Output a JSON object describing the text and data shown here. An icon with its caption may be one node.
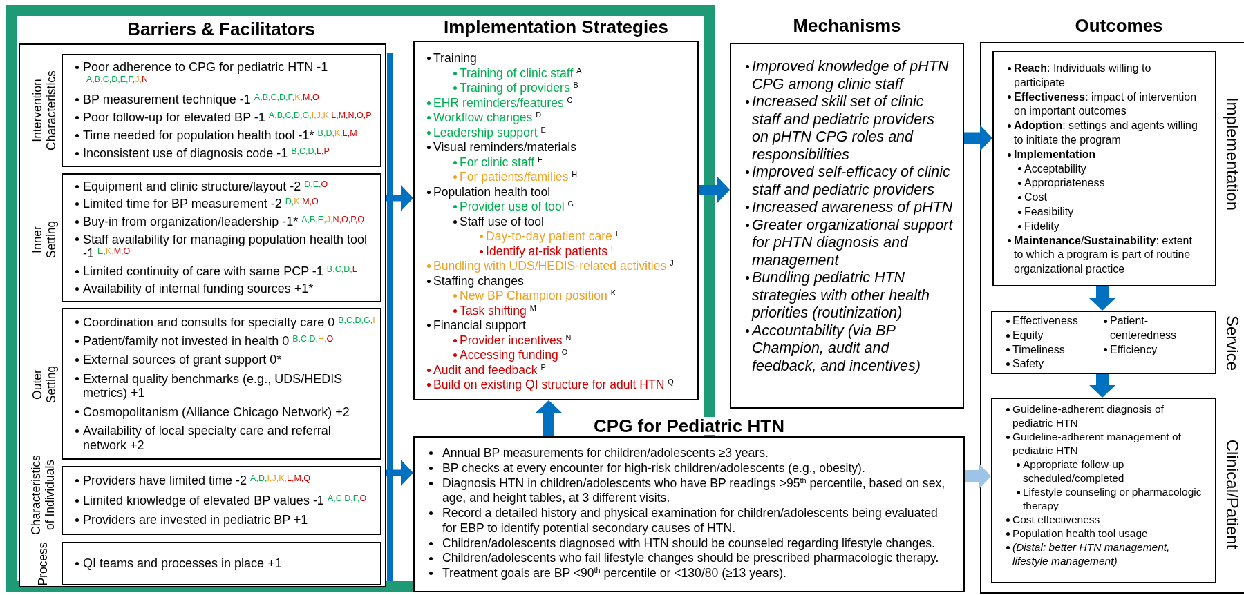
{
  "diagram": {
    "nodes": [
      {
        "text": [
          "Barriers & Facilitators"
        ]
      },
      {
        "text": [
          "Intervention Characteristics",
          "Poor adherence to CPG for pediatric HTN -1",
          "A,B,C,D,E,F,J,N",
          "BP measurement technique -1",
          "A,B,C,D,F,K,M,O",
          "Poor follow-up for elevated BP -1",
          "A,B,C,D,G,I,J,K,L,M,N,O,P",
          "Time needed for population health tool -1*",
          "B,D,K,L,M",
          "Inconsistent use of diagnosis code -1",
          "B,C,D,L,P"
        ],
        "in": 0
      },
      {
        "text": [
          "Inner Setting",
          "Equipment and clinic structure/layout -2",
          "D,E,O",
          "Limited time for BP measurement -2",
          "D,K,M,O",
          "Buy-in from organization/leadership -1*",
          "A,B,E,J,N,O,P,Q",
          "Staff availability for managing population health tool -1",
          "E,K,M,O",
          "Limited continuity of care with same PCP -1",
          "B,C,D,L",
          "Availability of internal funding sources +1*"
        ],
        "in": 0
      },
      {
        "text": [
          "Outer Setting",
          "Coordination and consults for specialty care 0",
          "B,C,D,G,I",
          "Patient/family not invested in health 0",
          "B,C,D,H,O",
          "External sources of grant support 0*",
          "External quality benchmarks (e.g., UDS/HEDIS metrics) +1",
          "Cosmopolitanism (Alliance Chicago Network) +2",
          "Availability of local specialty care and referral network +2"
        ],
        "in": 0
      },
      {
        "text": [
          "Characteristics of Individuals",
          "Providers have limited time -2",
          "A,D,I,J,K,L,M,Q",
          "Limited knowledge of elevated BP values -1",
          "A,C,D,F,O",
          "Providers are invested in pediatric BP +1"
        ],
        "in": 0
      },
      {
        "text": [
          "Process",
          "QI teams and processes in place +1"
        ],
        "in": 0
      },
      {
        "text": [
          "Implementation Strategies",
          "Training",
          "Training of clinic staff $^{A}$",
          "Training of providers $^{B}$",
          "EHR reminders/features $^{C}$",
          "Workflow changes $^{D}$",
          "Leadership support $^{E}$",
          "Visual reminders/materials",
          "For clinic staff $^{F}$",
          "For patients/families $^{H}$",
          "Population health tool",
          "Provider use of tool $^{G}$",
          "Staff use of tool",
          "Day-to-day patient care $^{I}$",
          "Identify at-risk patients $^{L}$",
          "Bundling with UDS/HEDIS-related activities $^{J}$",
          "Staffing changes",
          "New BP Champion position $^{K}$",
          "Task shifting $^{M}$",
          "Financial support",
          "Provider incentives $^{N}$",
          "Accessing funding $^{O}$",
          "Audit and feedback $^{P}$",
          "Build on existing QI structure for adult HTN $^{Q}$"
        ]
      },
      {
        "text": [
          "CPG for Pediatric HTN",
          "Annual BP measurements for children/adolescents ≥3 years.",
          "BP checks at every encounter for high-risk children/adolescents (e.g., obesity).",
          "Diagnosis HTN in children/adolescents who have BP readings >95$^{th}$ percentile, based on sex, age, and height tables, at 3 different visits.",
          "Record a detailed history and physical examination for children/adolescents being evaluated for EBP to identify potential secondary causes of HTN.",
          "Children/adolescents diagnosed with HTN should be counseled regarding lifestyle changes.",
          "Children/adolescents who fail lifestyle changes should be prescribed pharmacologic therapy.",
          "Treatment goals are BP <90$^{th}$ percentile or <130/80 (≥13 years)."
        ]
      },
      {
        "text": [
          "Mechanisms",
          "Improved knowledge of pHTN CPG among clinic staff",
          "Increased skill set of clinic staff and pediatric providers on pHTN CPG roles and responsibilities",
          "Improved self-efficacy of clinic staff and pediatric providers",
          "Increased awareness of pHTN",
          "Greater organizational support for pHTN diagnosis and management",
          "Bundling pediatric HTN strategies with other health priorities (routinization)",
          "Accountability (via BP Champion, audit and feedback, and incentives)"
        ]
      },
      {
        "text": [
          "Outcomes"
        ]
      },
      {
        "text": [
          "Implementation",
          "**Reach**: Individuals willing to participate",
          "**Effectiveness**: impact of intervention on important outcomes",
          "**Adoption**: settings and agents willing to initiate the program",
          "Implementation",
          "Acceptability",
          "Appropriateness",
          "Cost",
          "Feasibility",
          "Fidelity",
          "**Maintenance**/**Sustainability**: extent to which a program is part of routine organizational practice"
        ],
        "in": 9
      },
      {
        "text": [
          "Service",
          "Effectiveness",
          "Equity",
          "Timeliness",
          "Safety",
          "Patient-centeredness",
          "Efficiency"
        ],
        "in": 9
      },
      {
        "text": [
          "Clinical/Patient",
          "Guideline-adherent diagnosis of pediatric HTN",
          "Guideline-adherent management of pediatric HTN",
          "Appropriate follow-up scheduled/completed",
          "Lifestyle counseling or pharmacologic therapy",
          "Cost effectiveness",
          "Population health tool usage",
          "*(Distal: better HTN management, lifestyle management)*"
        ],
        "in": 9
      }
    ],
    "edges": [
      {
        "from": 0,
        "to": 6,
        "arrow": "to"
      },
      {
        "from": 0,
        "to": 7,
        "arrow": "to"
      },
      {
        "from": 7,
        "to": 6,
        "arrow": "to"
      },
      {
        "from": 6,
        "to": 8,
        "arrow": "to"
      },
      {
        "from": 8,
        "to": 10,
        "arrow": "to"
      },
      {
        "from": 7,
        "to": 12,
        "arrow": "to",
        "color": "#9dc3e6"
      },
      {
        "from": 10,
        "to": 11,
        "arrow": "to"
      },
      {
        "from": 11,
        "to": 12,
        "arrow": "to"
      }
    ]
  }
}
